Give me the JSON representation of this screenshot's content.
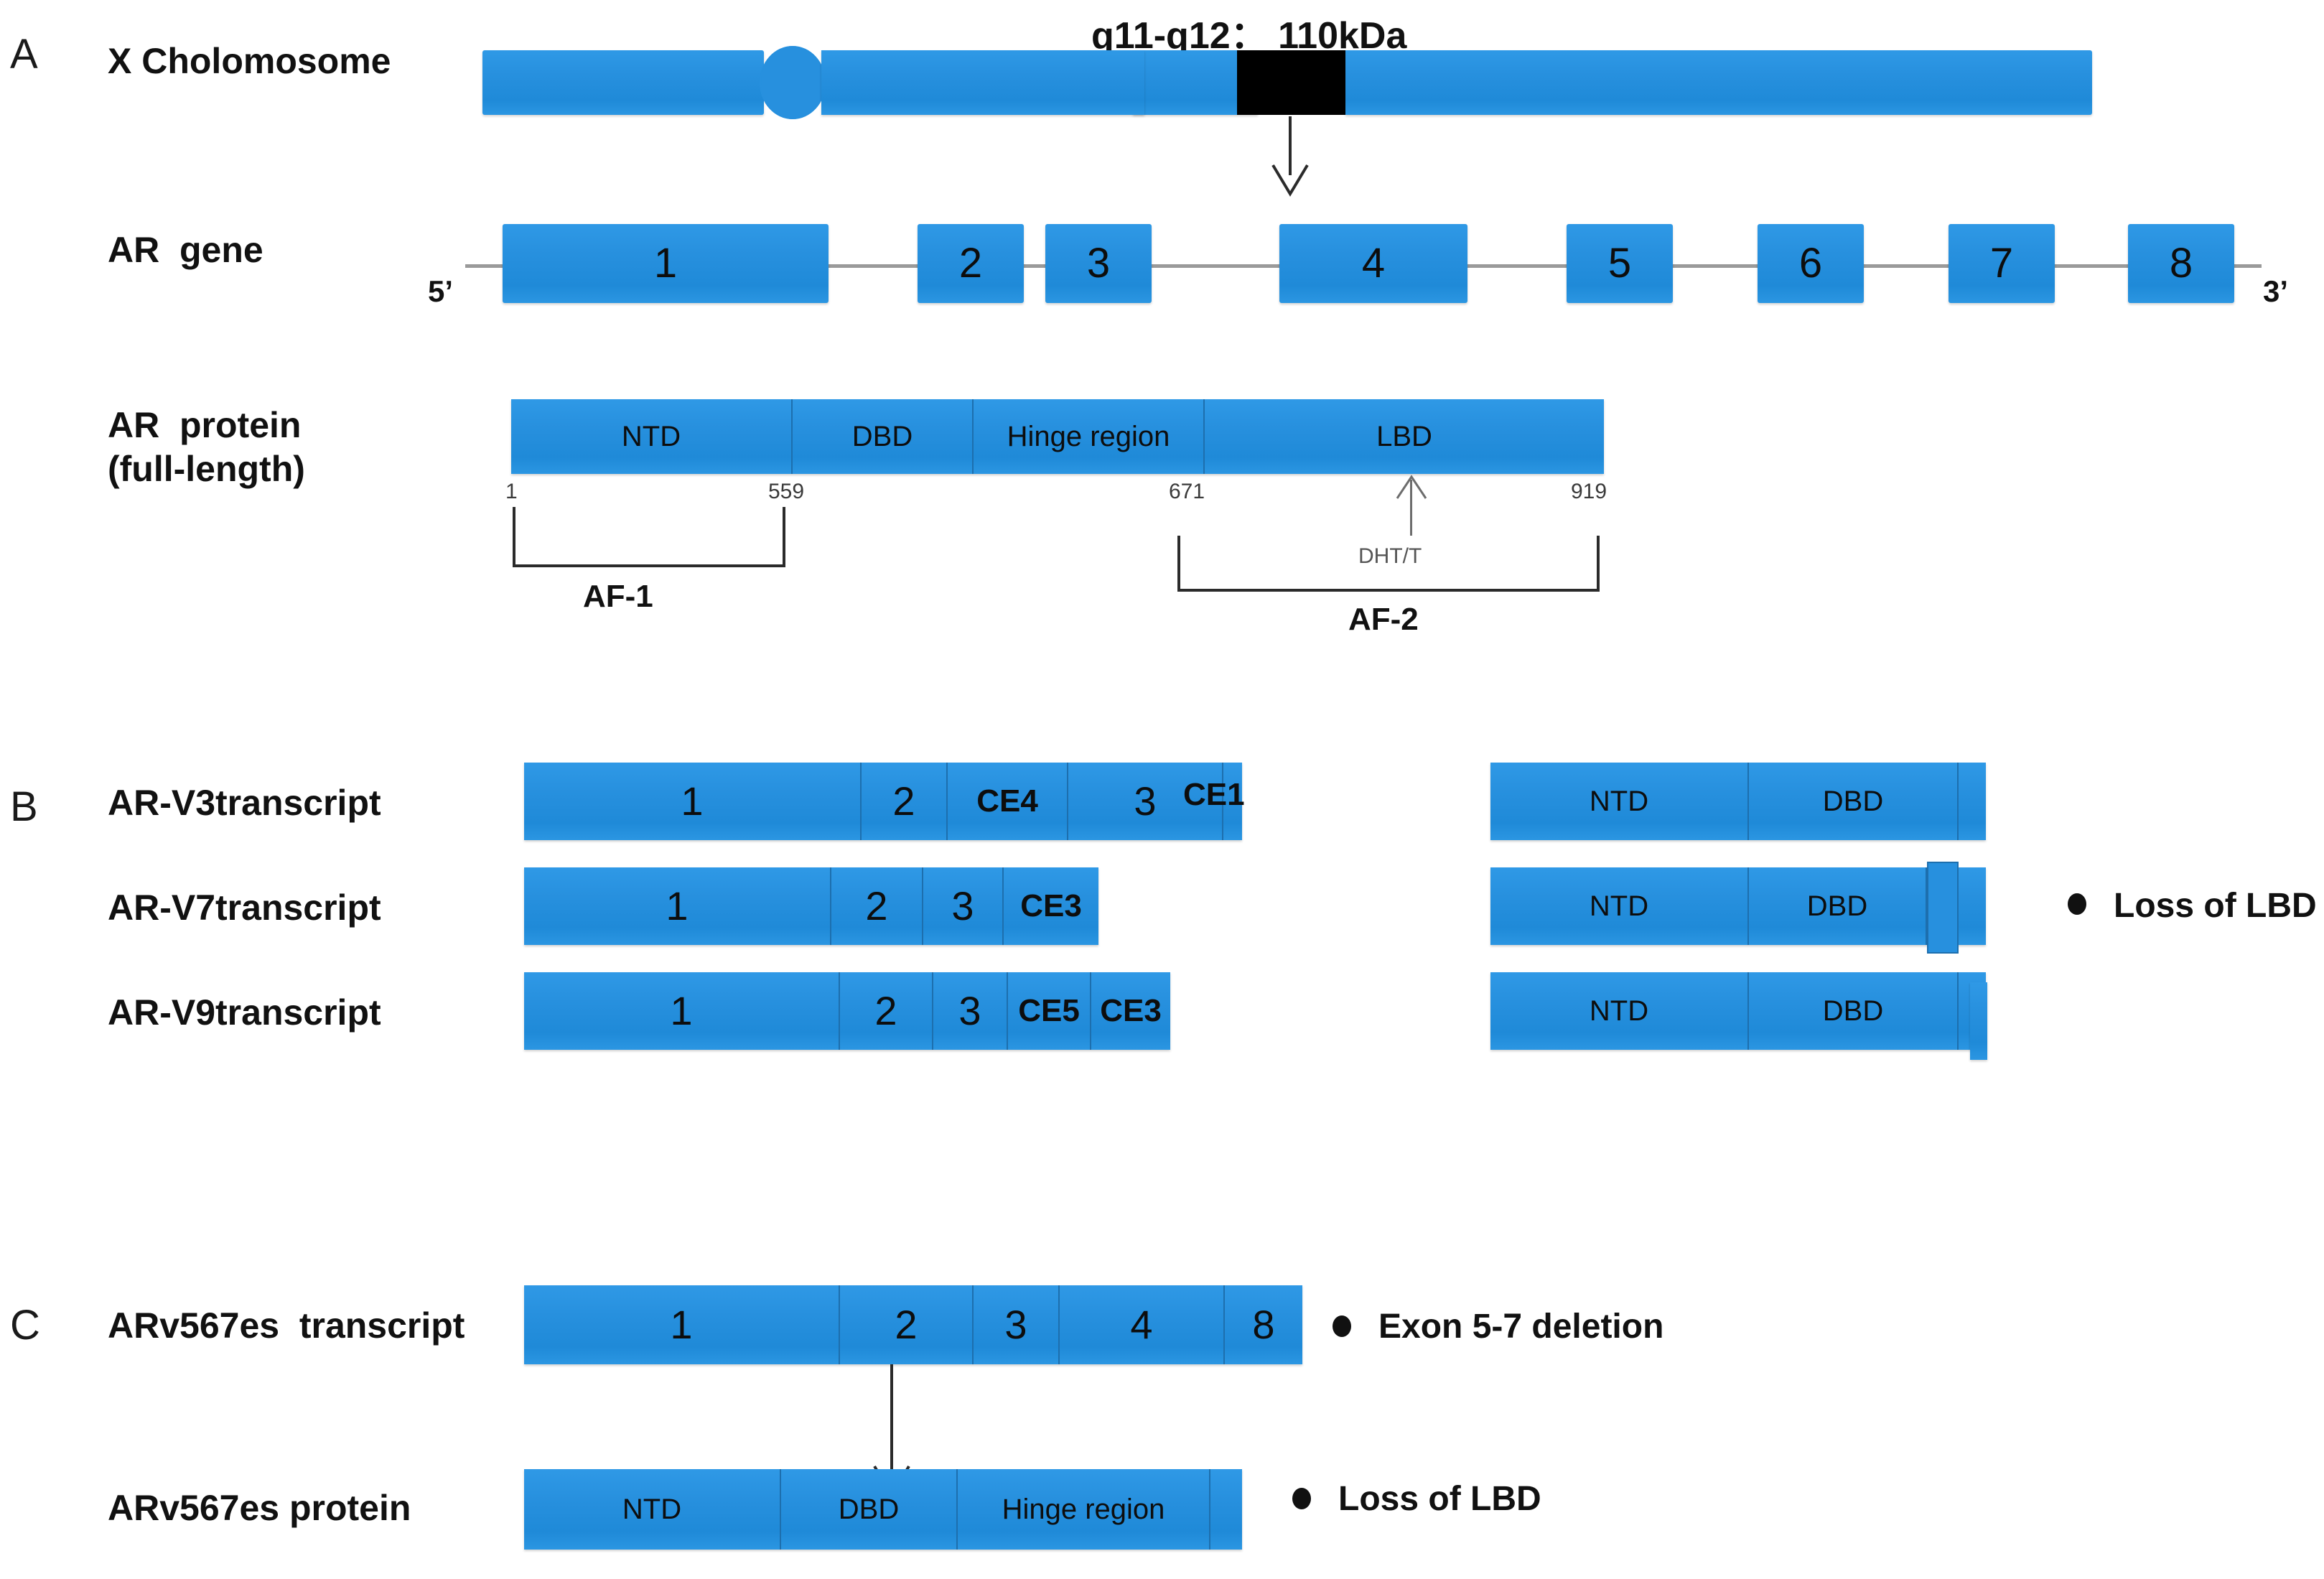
{
  "figure": {
    "accent_blue": "#2790de",
    "band_black": "#000000",
    "line_gray": "#9a9a9a"
  },
  "panels": {
    "a": {
      "letter": "A",
      "chromosome": {
        "label": "X Cholomosome",
        "band_annotation": "q11-q12： 110kDa"
      },
      "gene": {
        "label": "AR  gene",
        "five_prime": "5’",
        "three_prime": "3’",
        "exons": [
          "1",
          "2",
          "3",
          "4",
          "5",
          "6",
          "7",
          "8"
        ]
      },
      "protein": {
        "label": "AR  protein\n(full-length)",
        "domains": [
          "NTD",
          "DBD",
          "Hinge region",
          "LBD"
        ],
        "positions": [
          "1",
          "559",
          "671",
          "919"
        ],
        "activation_functions": [
          "AF-1",
          "AF-2"
        ],
        "ligand_label": "DHT/T"
      }
    },
    "b": {
      "letter": "B",
      "rows": [
        {
          "label": "AR-V3transcript",
          "transcript_segments": [
            "1",
            "2",
            "CE4",
            "3",
            "CE1"
          ],
          "protein_segments": [
            "NTD",
            "DBD",
            ""
          ]
        },
        {
          "label": "AR-V7transcript",
          "transcript_segments": [
            "1",
            "2",
            "3",
            "CE3"
          ],
          "protein_segments": [
            "NTD",
            "DBD",
            "",
            ""
          ]
        },
        {
          "label": "AR-V9transcript",
          "transcript_segments": [
            "1",
            "2",
            "3",
            "CE5",
            "CE3"
          ],
          "protein_segments": [
            "NTD",
            "DBD",
            ""
          ]
        }
      ],
      "note": "Loss of LBD"
    },
    "c": {
      "letter": "C",
      "transcript": {
        "label": "ARv567es  transcript",
        "segments": [
          "1",
          "2",
          "3",
          "4",
          "8"
        ],
        "note": "Exon 5-7 deletion"
      },
      "protein": {
        "label": "ARv567es protein",
        "segments": [
          "NTD",
          "DBD",
          "Hinge region",
          ""
        ],
        "note": "Loss of LBD"
      }
    }
  }
}
